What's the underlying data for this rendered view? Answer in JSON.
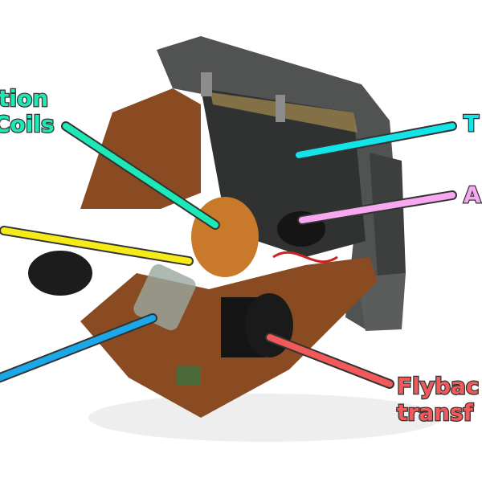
{
  "labels": {
    "deflection_line1": "tion",
    "deflection_line2": "Coils",
    "tube": "T",
    "anode": "A",
    "flyback_line1": "Flybac",
    "flyback_line2": "transf"
  },
  "colors": {
    "deflection": "#1de9b6",
    "tube": "#12e4e8",
    "anode": "#f7a8f0",
    "yellow": "#f5ea1a",
    "blue": "#1aa8e8",
    "flyback": "#f25a5a",
    "pcb": "#8a4a22",
    "casing": "#4a4d4c",
    "copper": "#c87a2a"
  }
}
